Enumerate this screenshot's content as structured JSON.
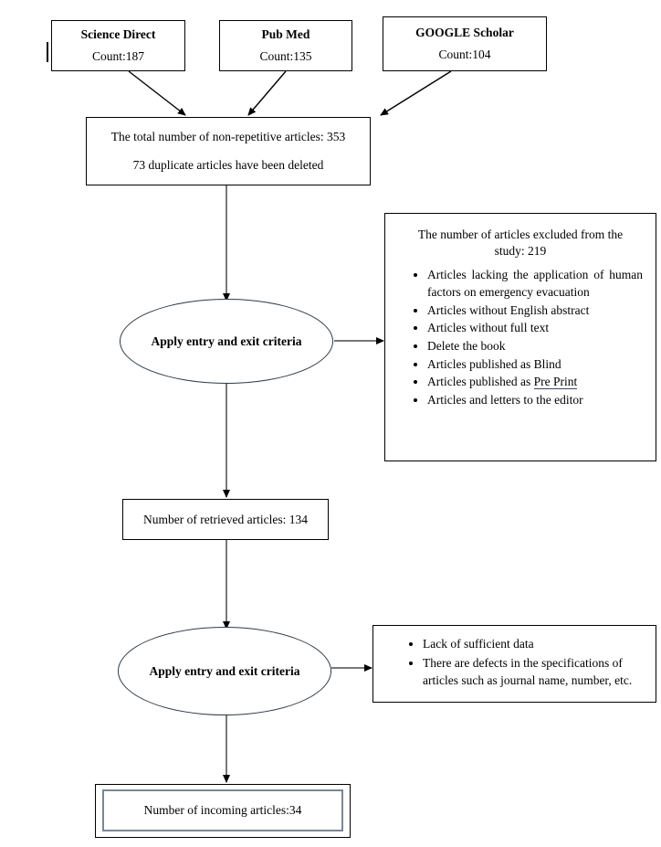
{
  "sources": [
    {
      "name": "Science Direct",
      "count_label": "Count:187"
    },
    {
      "name": "Pub Med",
      "count_label": "Count:135"
    },
    {
      "name": "GOOGLE Scholar",
      "count_label": "Count:104"
    }
  ],
  "dedup_box": {
    "line1": "The total number of non-repetitive articles: 353",
    "line2": "73 duplicate articles have been deleted"
  },
  "screening_1": {
    "ellipse_label": "Apply entry and exit criteria"
  },
  "exclusion_1": {
    "heading": "The number of articles excluded from the study: 219",
    "bullets": [
      "Articles lacking the application of human factors on emergency evacuation",
      "Articles without English abstract",
      "Articles without full text",
      "Delete the book",
      "Articles published as Blind",
      "Articles published as Pre Print",
      "Articles and letters to the editor"
    ],
    "bullet_6_prefix": "Articles published as ",
    "bullet_6_underlined": "Pre Print"
  },
  "retrieved_box": {
    "text": "Number of retrieved articles: 134"
  },
  "screening_2": {
    "ellipse_label": "Apply entry and exit criteria"
  },
  "exclusion_2": {
    "bullets": [
      "Lack of sufficient data",
      "There are defects in the specifications of articles such as journal name, number, etc."
    ]
  },
  "included_box": {
    "text": "Number of incoming articles:34"
  },
  "colors": {
    "stroke": "#000000",
    "ellipse_stroke": "#2e3a45",
    "inner_border": "#7b8794",
    "underline": "#3a4a5c",
    "background": "#ffffff"
  }
}
